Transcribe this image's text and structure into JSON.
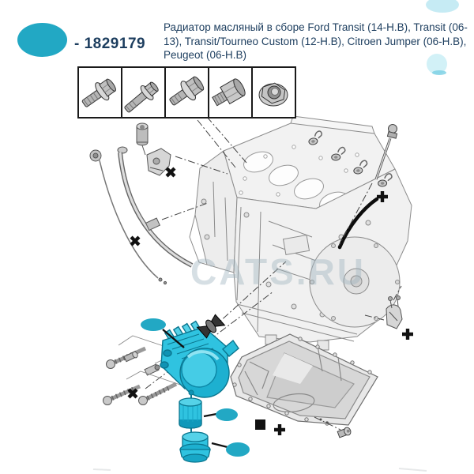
{
  "header": {
    "part_number": "- 1829179",
    "description": "Радиатор масляный в сборе Ford Transit (14-Н.В), Transit (06-13), Transit/Tourneo Custom (12-Н.В), Citroen Jumper (06-Н.В), Peugeot (06-Н.В)"
  },
  "fastener_panel": {
    "items": [
      {
        "name": "flanged-hex-bolt-short"
      },
      {
        "name": "flanged-hex-bolt-long"
      },
      {
        "name": "flanged-hex-bolt-medium"
      },
      {
        "name": "threaded-hex-plug"
      },
      {
        "name": "hex-flange-nut-front-view"
      }
    ]
  },
  "diagram": {
    "watermark": "CATS.RU",
    "highlighted_part": "oil-cooler-assembly-with-filter-and-cap",
    "callout_count": 3
  },
  "colors": {
    "accent_teal": "#22a8c4",
    "highlight_cyan": "#2fc3e0",
    "text_navy": "#1c3d5e",
    "line_art_gray": "#8b8b8b"
  }
}
